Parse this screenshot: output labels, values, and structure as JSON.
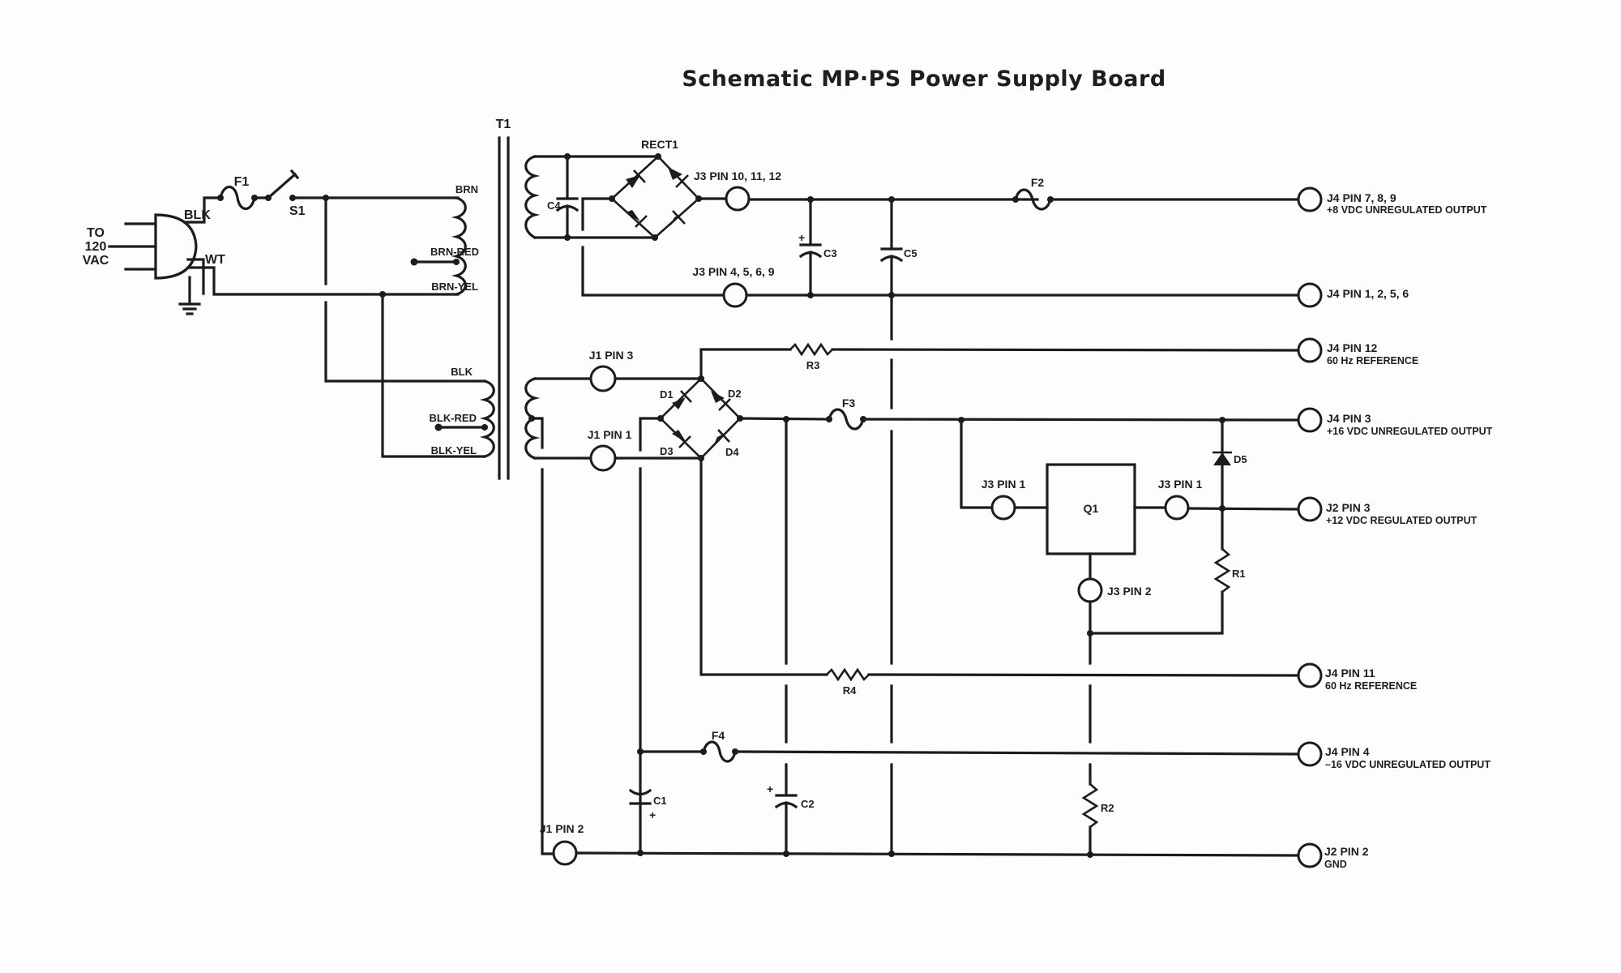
{
  "title": "Schematic MP·PS Power Supply Board",
  "input": {
    "label_lines": [
      "TO",
      "120",
      "VAC"
    ],
    "wire_hot": "BLK",
    "wire_neutral": "WT",
    "fuse": "F1",
    "switch": "S1"
  },
  "transformer": {
    "ref": "T1",
    "primary_taps": [
      "BRN",
      "BRN-RED",
      "BRN-YEL",
      "BLK",
      "BLK-RED",
      "BLK-YEL"
    ]
  },
  "components": {
    "rect1": "RECT1",
    "c1": "C1",
    "c2": "C2",
    "c3": "C3",
    "c4": "C4",
    "c5": "C5",
    "d1": "D1",
    "d2": "D2",
    "d3": "D3",
    "d4": "D4",
    "d5": "D5",
    "f2": "F2",
    "f3": "F3",
    "f4": "F4",
    "r1": "R1",
    "r2": "R2",
    "r3": "R3",
    "r4": "R4",
    "q1": "Q1",
    "plus": "+"
  },
  "pins": {
    "j3_10_11_12": "J3 PIN 10, 11, 12",
    "j3_4_5_6_9": "J3 PIN 4, 5, 6, 9",
    "j1_pin3": "J1 PIN 3",
    "j1_pin1": "J1 PIN 1",
    "j1_pin2": "J1 PIN 2",
    "j3_pin1_in": "J3 PIN 1",
    "j3_pin1_out": "J3 PIN 1",
    "j3_pin2": "J3 PIN 2"
  },
  "outputs": [
    {
      "pin": "J4 PIN 7, 8, 9",
      "desc": "+8 VDC  UNREGULATED OUTPUT"
    },
    {
      "pin": "J4 PIN 1, 2, 5, 6",
      "desc": ""
    },
    {
      "pin": "J4 PIN 12",
      "desc": "60 Hz REFERENCE"
    },
    {
      "pin": "J4 PIN 3",
      "desc": "+16 VDC UNREGULATED OUTPUT"
    },
    {
      "pin": "J2 PIN 3",
      "desc": "+12 VDC REGULATED OUTPUT"
    },
    {
      "pin": "J4 PIN 11",
      "desc": "60 Hz REFERENCE"
    },
    {
      "pin": "J4 PIN 4",
      "desc": "–16 VDC UNREGULATED OUTPUT"
    },
    {
      "pin": "J2 PIN 2",
      "desc": "GND"
    }
  ]
}
